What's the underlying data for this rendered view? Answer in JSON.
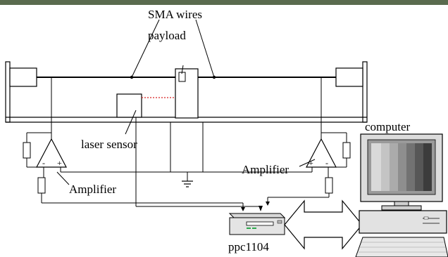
{
  "labels": {
    "sma_wires": "SMA wires",
    "payload": "payload",
    "laser_sensor": "laser sensor",
    "amplifier_left": "Amplifier",
    "amplifier_right": "Amplifier",
    "computer": "computer",
    "controller": "ppc1104",
    "amp_left_minus": "-",
    "amp_left_plus": "+",
    "amp_right_plus": "+",
    "amp_right_minus": "-"
  },
  "colors": {
    "background": "#ffffff",
    "stroke": "#000000",
    "laser_beam": "#d62020",
    "banner": "#5a6b4f",
    "led": "#2aa84a"
  },
  "icons": {
    "ground": "ground-icon",
    "computer": "computer-icon",
    "controller": "controller-box-icon",
    "arrow": "double-arrow-icon"
  }
}
